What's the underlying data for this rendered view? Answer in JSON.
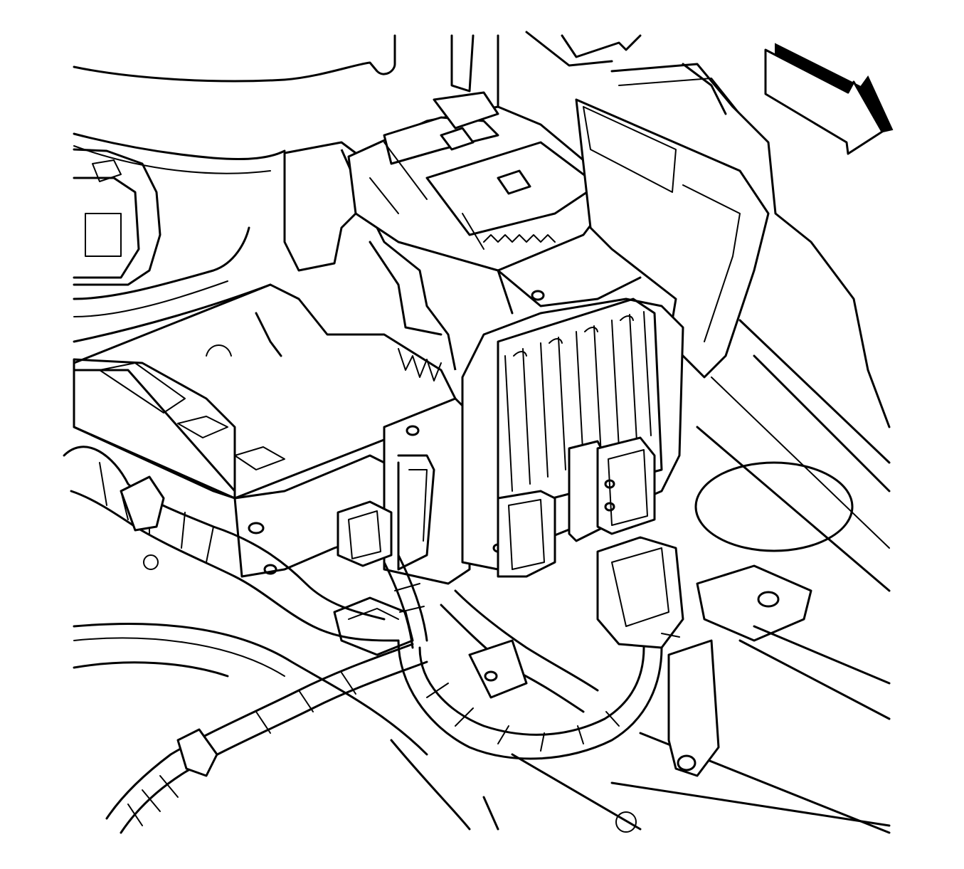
{
  "figure": {
    "kind": "line-art service illustration",
    "line_color": "#000000",
    "background": "#ffffff",
    "parts": [
      "direction-arrow",
      "module-bracket-tray",
      "control-module",
      "module-harness-connectors",
      "inline-connector",
      "wiring-harness",
      "surrounding-body-structure"
    ]
  }
}
